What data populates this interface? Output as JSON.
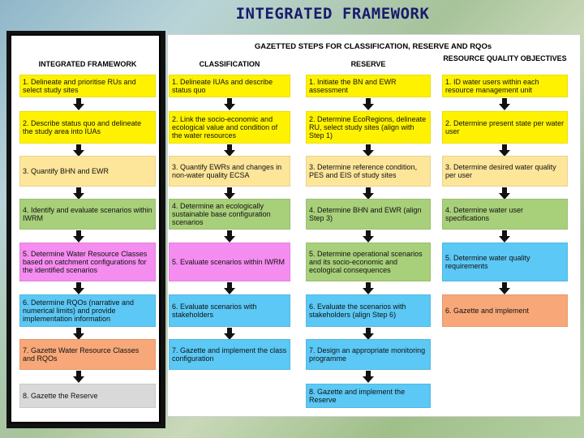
{
  "slide_title": "INTEGRATED FRAMEWORK",
  "main_title": "GAZETTED STEPS FOR CLASSIFICATION, RESERVE AND RQOs",
  "columns": {
    "integrated": {
      "header": "INTEGRATED FRAMEWORK",
      "steps": [
        "1. Delineate and prioritise RUs and select study sites",
        "2. Describe status quo and delineate the study area into IUAs",
        "3. Quantify BHN and EWR",
        "4. Identify and evaluate scenarios within IWRM",
        "5. Determine Water Resource Classes based on catchment configurations for the identified scenarios",
        "6. Determine RQOs (narrative and numerical limits) and provide implementation information",
        "7. Gazette Water Resource Classes and RQOs",
        "8. Gazette the Reserve"
      ]
    },
    "classification": {
      "header": "CLASSIFICATION",
      "steps": [
        "1. Delineate IUAs and describe status quo",
        "2. Link the socio-economic and ecological value and condition of the water resources",
        "3. Quantify EWRs and changes in non-water quality ECSA",
        "4. Determine an ecologically sustainable base configuration scenarios",
        "5. Evaluate scenarios within IWRM",
        "6. Evaluate scenarios with stakeholders",
        "7. Gazette and implement the class configuration"
      ]
    },
    "reserve": {
      "header": "RESERVE",
      "steps": [
        "1. Initiate the BN and EWR assessment",
        "2. Determine EcoRegions, delineate RU, select study sites (align with Step 1)",
        "3. Determine reference condition, PES and EIS of study sites",
        "4. Determine BHN and EWR (align Step 3)",
        "5. Determine operational scenarios and its socio-economic and ecological consequences",
        "6. Evaluate the scenarios with stakeholders (align Step 6)",
        "7. Design an appropriate monitoring programme",
        "8. Gazette and implement the Reserve"
      ]
    },
    "rqo": {
      "header": "RESOURCE QUALITY OBJECTIVES",
      "steps": [
        "1. ID water users within each resource management unit",
        "2. Determine present state per water user",
        "3. Determine desired water quality per user",
        "4. Determine water user specifications",
        "5. Determine water quality requirements",
        "6. Gazette and implement"
      ]
    }
  },
  "colors": {
    "yellow": "#fff200",
    "peach": "#fde59a",
    "green": "#a8cf7a",
    "pink": "#f58cf0",
    "blue": "#5bc8f5",
    "orange": "#f8a878",
    "gray": "#d9d9d9"
  }
}
